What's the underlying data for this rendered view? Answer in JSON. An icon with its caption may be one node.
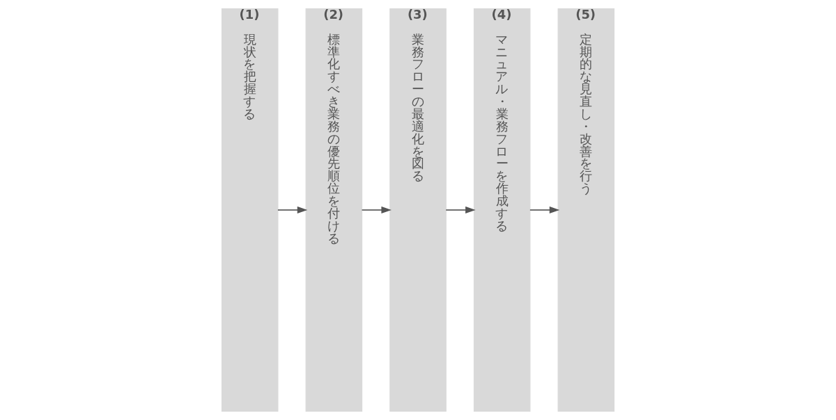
{
  "diagram": {
    "nodes": [
      {
        "text": [
          "(1)",
          "現状を把握する"
        ]
      },
      {
        "text": [
          "(2)",
          "標準化すべき業務の優先順位を付ける"
        ]
      },
      {
        "text": [
          "(3)",
          "業務フローの最適化を図る"
        ]
      },
      {
        "text": [
          "(4)",
          "マニュアル・業務フローを作成する"
        ]
      },
      {
        "text": [
          "(5)",
          "定期的な見直し・改善を行う"
        ]
      }
    ],
    "edges": [
      {
        "from": 0,
        "to": 1,
        "arrow": "to"
      },
      {
        "from": 1,
        "to": 2,
        "arrow": "to"
      },
      {
        "from": 2,
        "to": 3,
        "arrow": "to"
      },
      {
        "from": 3,
        "to": 4,
        "arrow": "to"
      }
    ]
  }
}
